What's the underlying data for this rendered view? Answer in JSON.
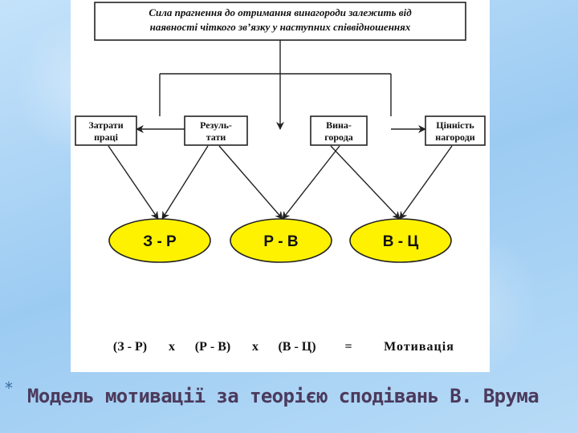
{
  "diagram": {
    "header_line1": "Сила прагнення до отримання винагороди залежить від",
    "header_line2": "наявності чіткого зв’язку у наступних співвідношеннях",
    "boxes": [
      {
        "line1": "Затрати",
        "line2": "праці"
      },
      {
        "line1": "Резуль-",
        "line2": "тати"
      },
      {
        "line1": "Вина-",
        "line2": "города"
      },
      {
        "line1": "Цінність",
        "line2": "нагороди"
      }
    ],
    "ellipses": [
      "З - Р",
      "Р - В",
      "В - Ц"
    ],
    "formula": {
      "part1": "(З - Р)",
      "x1": "х",
      "part2": "(Р - В)",
      "x2": "х",
      "part3": "(В - Ц)",
      "eq": "=",
      "result": "Мотивація"
    }
  },
  "caption": {
    "bullet": "*",
    "text": "Модель мотивації за теорією сподівань В. Врума"
  },
  "colors": {
    "ellipse_fill": "#fff200",
    "line": "#222222",
    "caption": "#4b3a5c"
  }
}
